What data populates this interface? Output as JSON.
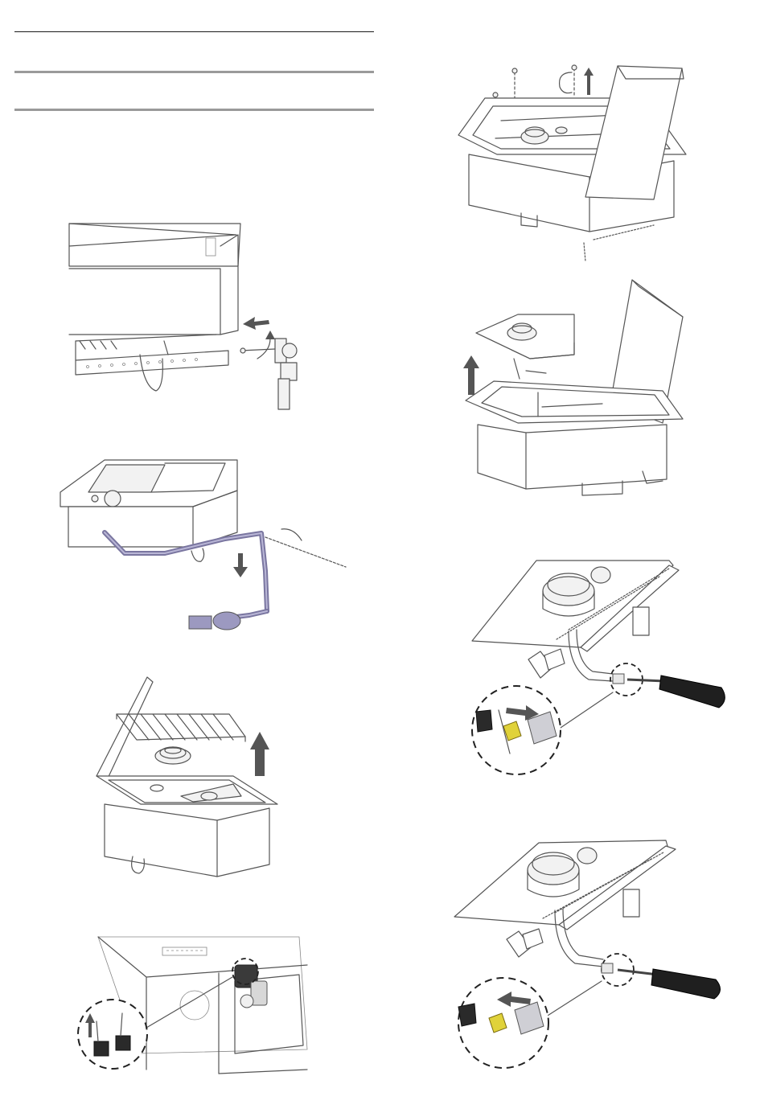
{
  "colors": {
    "rule_dark": "#1a1a1a",
    "rule_gray": "#9a9a9a",
    "gas_pipe": "#7a76a0",
    "brass_orifice": "#e0d23a",
    "line_art": "#555555"
  },
  "figures": [
    {
      "name": "gas-valve-bracket-removal",
      "arrows": [
        "rotate",
        "pull-left"
      ]
    },
    {
      "name": "gas-line-disconnect",
      "arrows": [
        "down",
        "rotate"
      ]
    },
    {
      "name": "grate-and-burner-removal",
      "arrows": [
        "up"
      ]
    },
    {
      "name": "igniter-wire-disconnect",
      "arrows": [
        "up"
      ],
      "detail": "inset-circle"
    },
    {
      "name": "lid-screws-removal",
      "arrows": [
        "rotate",
        "up"
      ]
    },
    {
      "name": "burner-tray-lift-out",
      "arrows": [
        "up"
      ]
    },
    {
      "name": "orifice-removal",
      "arrows": [
        "right"
      ],
      "detail": "inset-circle",
      "tool": "screwdriver"
    },
    {
      "name": "orifice-installation",
      "arrows": [
        "left"
      ],
      "detail": "inset-circle",
      "tool": "screwdriver"
    }
  ]
}
